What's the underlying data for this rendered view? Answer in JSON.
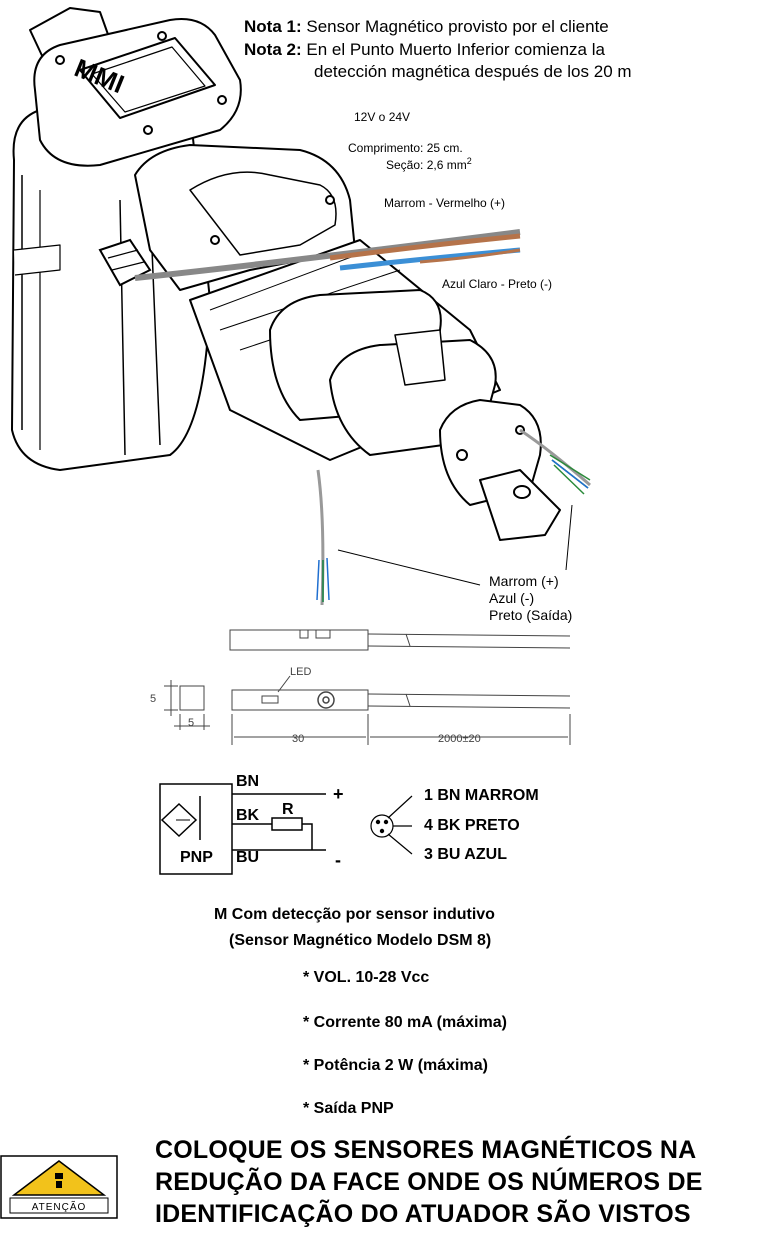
{
  "notes": {
    "note1_label": "Nota 1:",
    "note1_text": "Sensor Magnético provisto por el cliente",
    "note2_label": "Nota 2:",
    "note2_line1": "En el Punto Muerto Inferior comienza la",
    "note2_line2": "detección magnética después de los 20 m"
  },
  "cable": {
    "voltage": "12V o 24V",
    "length_label": "Comprimento",
    "length_value": ": 25 cm.",
    "section_label": "Seção",
    "section_value": ":  2,6 mm",
    "section_sup": "2",
    "wire_pos": "Marrom - Vermelho   (+)",
    "wire_neg": "Azul Claro - Preto    (-)"
  },
  "actuator": {
    "brand": "MMI"
  },
  "sensor_wires": {
    "line1": "Marrom (+)",
    "line2": "Azul (-)",
    "line3": "Preto (Saída)"
  },
  "dimensions": {
    "led": "LED",
    "height": "5",
    "width": "5",
    "length": "30",
    "cable_length": "2000±20"
  },
  "schematic": {
    "bn": "BN",
    "bk": "BK",
    "bu": "BU",
    "r": "R",
    "pnp": "PNP",
    "plus": "+",
    "minus": "-",
    "pin1": "1 BN MARROM",
    "pin4": "4 BK PRETO",
    "pin3": "3 BU AZUL"
  },
  "description": {
    "line1": "M Com detecção por sensor indutivo",
    "line2": "(Sensor Magnético Modelo DSM 8)"
  },
  "specs": [
    "* VOL. 10-28 Vcc",
    "* Corrente 80 mA (máxima)",
    "* Potência 2 W (máxima)",
    "* Saída PNP"
  ],
  "warning": {
    "badge": "ATENÇÃO",
    "line1": "COLOQUE OS SENSORES MAGNÉTICOS NA",
    "line2": "REDUÇÃO DA FACE ONDE OS NÚMEROS DE",
    "line3": "IDENTIFICAÇÃO DO ATUADOR SÃO VISTOS"
  },
  "colors": {
    "wire_brown": "#b5734a",
    "wire_blue": "#3b8fd6",
    "warning_yellow": "#f2c21b"
  }
}
